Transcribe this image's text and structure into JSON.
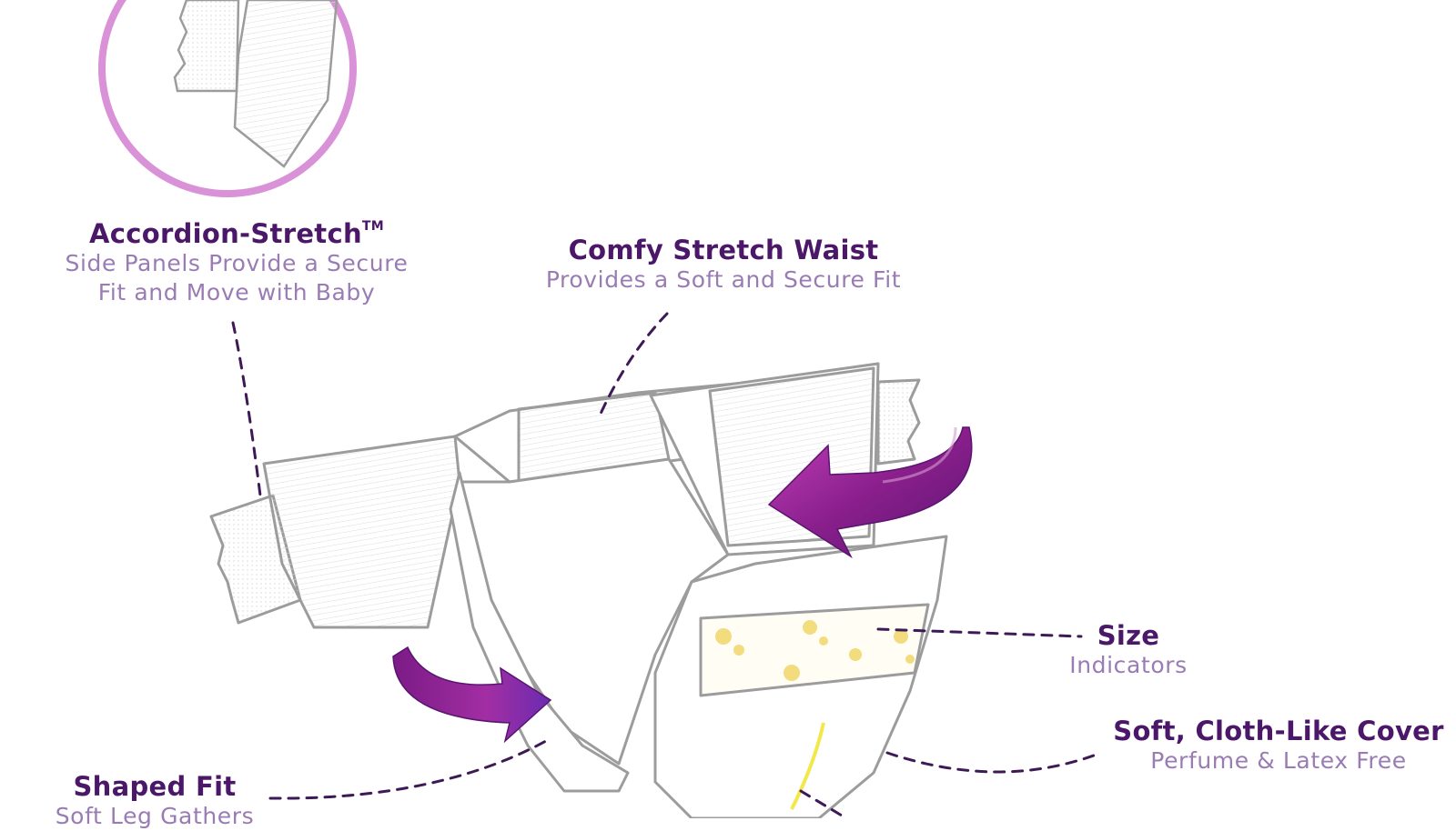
{
  "colors": {
    "title": "#4b1769",
    "subtitle": "#9a7cb4",
    "circle": "#d992d8",
    "arrow": "#8a1f8c",
    "outline": "#9c9c9c",
    "dash": "#3d1a55",
    "print": "#f0d76a"
  },
  "callouts": {
    "accordion": {
      "title": "Accordion-Stretch",
      "tm": "TM",
      "line1": "Side Panels Provide a Secure",
      "line2": "Fit and Move with Baby"
    },
    "waist": {
      "title": "Comfy Stretch Waist",
      "line1": "Provides a Soft and Secure Fit"
    },
    "size": {
      "title": "Size",
      "line1": "Indicators"
    },
    "cover": {
      "title": "Soft, Cloth-Like Cover",
      "line1": "Perfume & Latex Free"
    },
    "shaped": {
      "title": "Shaped Fit",
      "line1": "Soft Leg Gathers"
    }
  }
}
